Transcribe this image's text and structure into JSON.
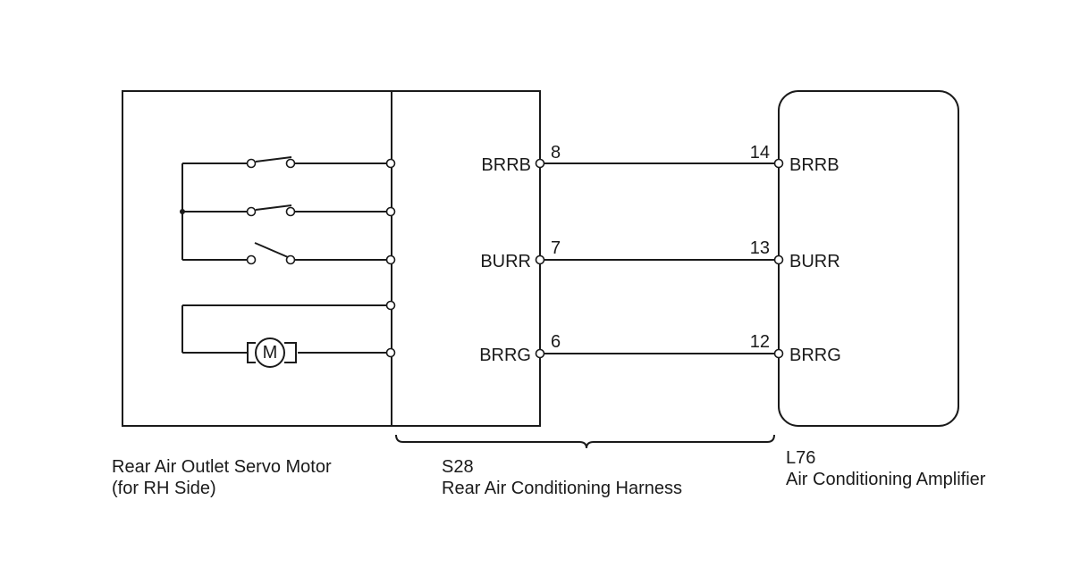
{
  "servo_motor": {
    "caption_line1": "Rear Air Outlet Servo Motor",
    "caption_line2": "(for RH Side)",
    "motor_symbol": "M"
  },
  "harness": {
    "code": "S28",
    "name": "Rear Air Conditioning Harness",
    "pins": [
      {
        "signal": "BRRB",
        "number": "8"
      },
      {
        "signal": "BURR",
        "number": "7"
      },
      {
        "signal": "BRRG",
        "number": "6"
      }
    ]
  },
  "amplifier": {
    "code": "L76",
    "name": "Air Conditioning Amplifier",
    "pins": [
      {
        "signal": "BRRB",
        "number": "14"
      },
      {
        "signal": "BURR",
        "number": "13"
      },
      {
        "signal": "BRRG",
        "number": "12"
      }
    ]
  }
}
